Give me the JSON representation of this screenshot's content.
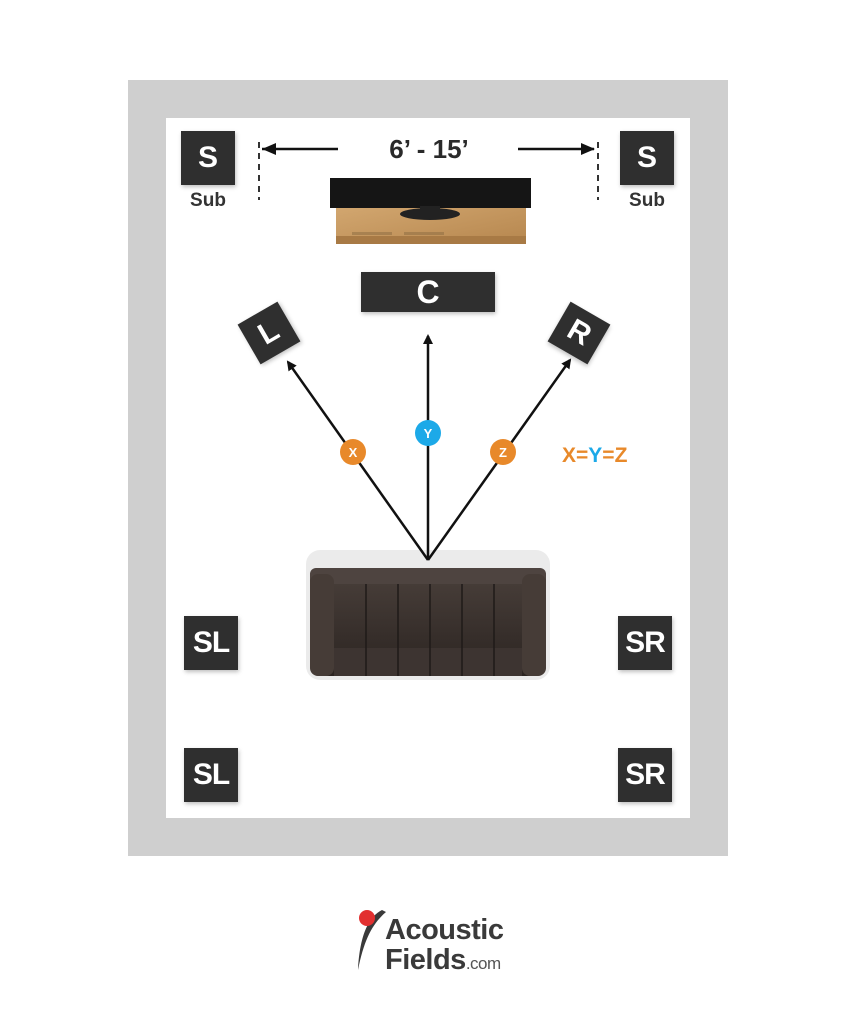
{
  "dimension": {
    "label": "6’ - 15’"
  },
  "speakers": {
    "sub_left": {
      "letter": "S",
      "label": "Sub"
    },
    "sub_right": {
      "letter": "S",
      "label": "Sub"
    },
    "center": {
      "letter": "C"
    },
    "left": {
      "letter": "L"
    },
    "right": {
      "letter": "R"
    },
    "surround_left_front": {
      "letter": "SL"
    },
    "surround_left_rear": {
      "letter": "SL"
    },
    "surround_right_front": {
      "letter": "SR"
    },
    "surround_right_rear": {
      "letter": "SR"
    }
  },
  "distances": {
    "x": {
      "label": "X",
      "color": "#e8892a"
    },
    "y": {
      "label": "Y",
      "color": "#1ca9e8"
    },
    "z": {
      "label": "Z",
      "color": "#e8892a"
    }
  },
  "equation": {
    "x": "X",
    "eq1": "=",
    "y": "Y",
    "eq2": "=",
    "z": "Z"
  },
  "logo": {
    "word1": "Acoustic",
    "word2": "Fields",
    "domain": ".com"
  },
  "colors": {
    "wall": "#cfcfcf",
    "speaker": "#2f2f2f",
    "orange": "#e8892a",
    "blue": "#1ca9e8",
    "tv_stand": "#c8995e",
    "couch": "#3a3330",
    "logo_red": "#e23030"
  }
}
